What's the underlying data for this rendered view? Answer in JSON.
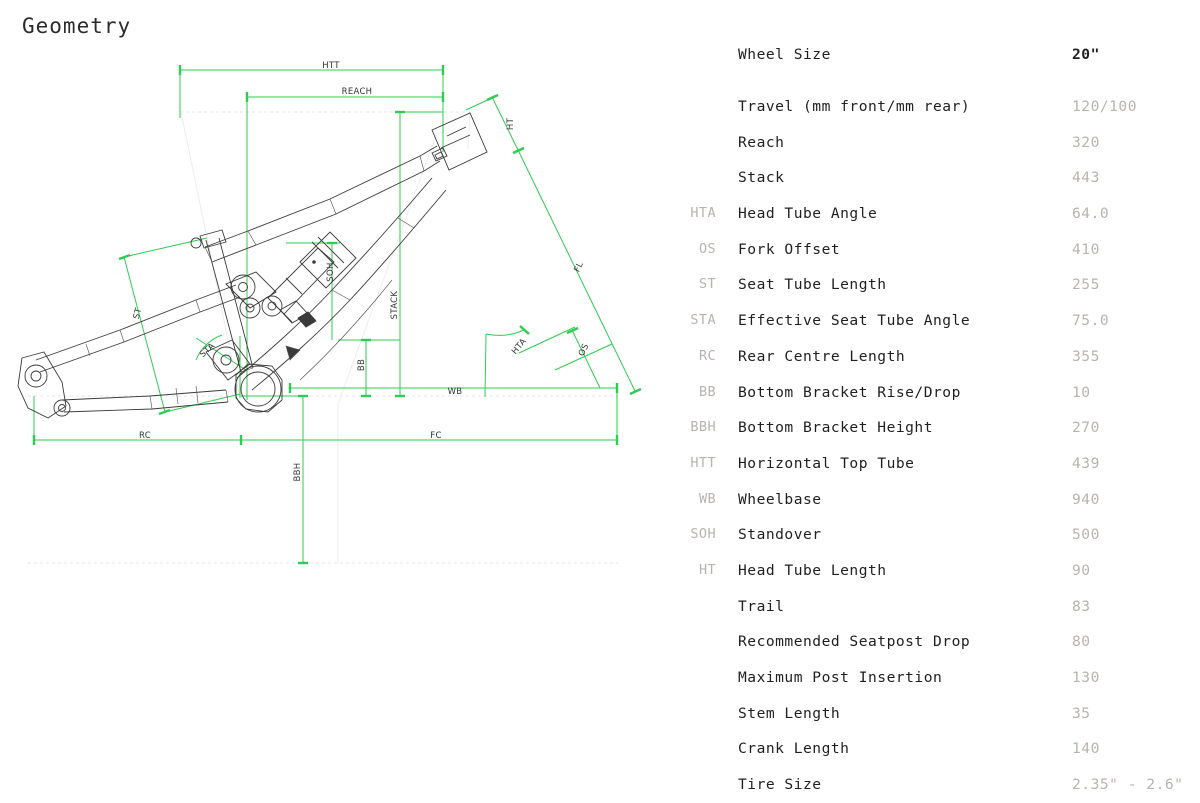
{
  "page": {
    "title": "Geometry"
  },
  "diagram": {
    "name": "bicycle-frame-geometry-drawing",
    "line_color": "#2ecc52",
    "frame_color": "#3a3a3a",
    "construction_color": "#e2e2e2",
    "dimension_labels": [
      {
        "id": "HTT",
        "text": "HTT"
      },
      {
        "id": "REACH",
        "text": "REACH"
      },
      {
        "id": "HT",
        "text": "HT"
      },
      {
        "id": "FL",
        "text": "FL"
      },
      {
        "id": "OS",
        "text": "OS"
      },
      {
        "id": "HTA",
        "text": "HTA"
      },
      {
        "id": "ST",
        "text": "ST"
      },
      {
        "id": "STA",
        "text": "STA"
      },
      {
        "id": "SOH",
        "text": "SOH"
      },
      {
        "id": "STACK",
        "text": "STACK"
      },
      {
        "id": "BB",
        "text": "BB"
      },
      {
        "id": "WB",
        "text": "WB"
      },
      {
        "id": "RC",
        "text": "RC"
      },
      {
        "id": "FC",
        "text": "FC"
      },
      {
        "id": "BBH",
        "text": "BBH"
      }
    ]
  },
  "spec_table": {
    "rows": [
      {
        "abbr": "",
        "label": "Wheel Size",
        "value": "20\"",
        "strong": true,
        "header": true
      },
      {
        "abbr": "",
        "label": "Travel (mm front/mm rear)",
        "value": "120/100",
        "strong": false,
        "header": false
      },
      {
        "abbr": "",
        "label": "Reach",
        "value": "320",
        "strong": false,
        "header": false
      },
      {
        "abbr": "",
        "label": "Stack",
        "value": "443",
        "strong": false,
        "header": false
      },
      {
        "abbr": "HTA",
        "label": "Head Tube Angle",
        "value": "64.0",
        "strong": false,
        "header": false
      },
      {
        "abbr": "OS",
        "label": "Fork Offset",
        "value": "410",
        "strong": false,
        "header": false
      },
      {
        "abbr": "ST",
        "label": "Seat Tube Length",
        "value": "255",
        "strong": false,
        "header": false
      },
      {
        "abbr": "STA",
        "label": "Effective Seat Tube Angle",
        "value": "75.0",
        "strong": false,
        "header": false
      },
      {
        "abbr": "RC",
        "label": "Rear Centre Length",
        "value": "355",
        "strong": false,
        "header": false
      },
      {
        "abbr": "BB",
        "label": "Bottom Bracket Rise/Drop",
        "value": "10",
        "strong": false,
        "header": false
      },
      {
        "abbr": "BBH",
        "label": "Bottom Bracket Height",
        "value": "270",
        "strong": false,
        "header": false
      },
      {
        "abbr": "HTT",
        "label": "Horizontal Top Tube",
        "value": "439",
        "strong": false,
        "header": false
      },
      {
        "abbr": "WB",
        "label": "Wheelbase",
        "value": "940",
        "strong": false,
        "header": false
      },
      {
        "abbr": "SOH",
        "label": "Standover",
        "value": "500",
        "strong": false,
        "header": false
      },
      {
        "abbr": "HT",
        "label": "Head Tube Length",
        "value": "90",
        "strong": false,
        "header": false
      },
      {
        "abbr": "",
        "label": "Trail",
        "value": "83",
        "strong": false,
        "header": false
      },
      {
        "abbr": "",
        "label": "Recommended Seatpost Drop",
        "value": "80",
        "strong": false,
        "header": false
      },
      {
        "abbr": "",
        "label": "Maximum Post Insertion",
        "value": "130",
        "strong": false,
        "header": false
      },
      {
        "abbr": "",
        "label": "Stem Length",
        "value": "35",
        "strong": false,
        "header": false
      },
      {
        "abbr": "",
        "label": "Crank Length",
        "value": "140",
        "strong": false,
        "header": false
      },
      {
        "abbr": "",
        "label": "Tire Size",
        "value": "2.35\" - 2.6\"",
        "strong": false,
        "header": false
      }
    ]
  }
}
